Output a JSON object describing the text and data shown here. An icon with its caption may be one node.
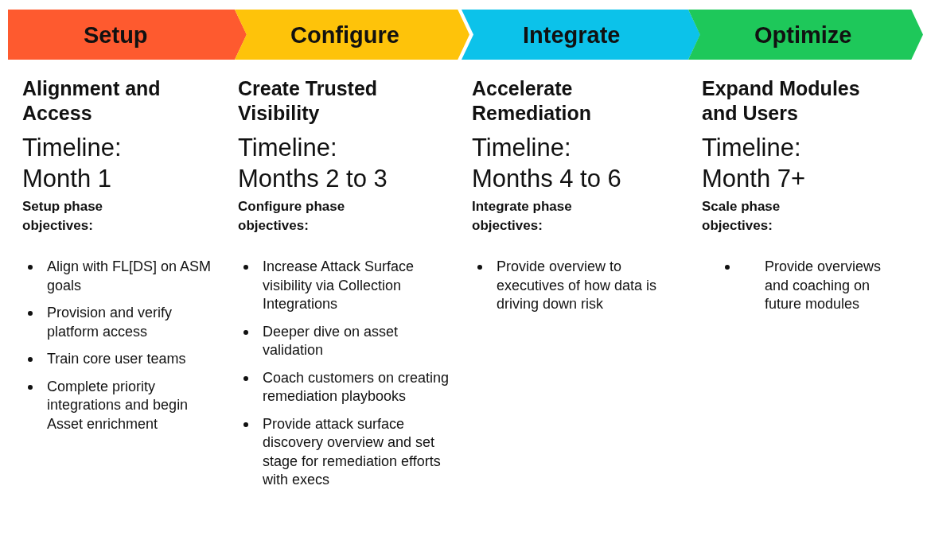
{
  "diagram": {
    "nodes": [
      {
        "text": [
          "Setup"
        ]
      },
      {
        "text": [
          "Configure"
        ]
      },
      {
        "text": [
          "Integrate"
        ]
      },
      {
        "text": [
          "Optimize"
        ]
      }
    ],
    "labels": [
      "Alignment and Access",
      "Timeline:",
      "Month 1",
      "Setup phase objectives:",
      "Align with FL[DS] on ASM goals",
      "Provision and verify platform access",
      "Train core user teams",
      "Complete priority integrations and begin Asset enrichment",
      "Create Trusted Visibility",
      "Timeline:",
      "Months 2 to 3",
      "Configure phase objectives:",
      "Increase Attack Surface visibility via Collection Integrations",
      "Deeper dive on asset validation",
      "Coach customers on creating remediation playbooks",
      "Provide attack surface discovery overview and set stage for remediation efforts with execs",
      "Accelerate Remediation",
      "Timeline:",
      "Months 4 to 6",
      "Integrate phase objectives:",
      "Provide overview to executives of how data is driving down risk",
      "Expand Modules and Users",
      "Timeline:",
      "Month 7+",
      "Scale phase objectives:",
      "Provide overviews and coaching on future modules"
    ]
  }
}
